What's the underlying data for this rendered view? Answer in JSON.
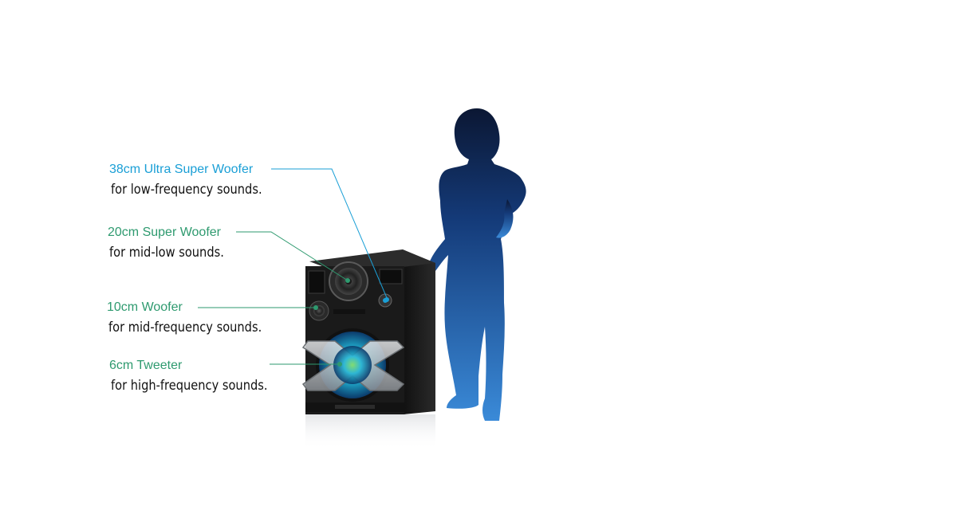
{
  "colors": {
    "accent_blue": "#1a9fd6",
    "accent_green": "#2e9a6f",
    "text_dark": "#111111",
    "silhouette_top": "#0c1a3a",
    "silhouette_bottom": "#2f7fd0",
    "speaker_body": "#1b1b1b",
    "speaker_frame": "#b8bcc0",
    "woofer_glow": "#1fb6d8"
  },
  "callouts": [
    {
      "title": "38cm Ultra Super Woofer",
      "desc": "for low-frequency sounds.",
      "color": "#1a9fd6"
    },
    {
      "title": "20cm Super Woofer",
      "desc": "for mid-low sounds.",
      "color": "#2e9a6f"
    },
    {
      "title": "10cm Woofer",
      "desc": "for mid-frequency sounds.",
      "color": "#2e9a6f"
    },
    {
      "title": "6cm Tweeter",
      "desc": "for high-frequency sounds.",
      "color": "#2e9a6f"
    }
  ],
  "images": {
    "speaker": "speaker-system-illustration",
    "person": "person-silhouette-illustration"
  }
}
